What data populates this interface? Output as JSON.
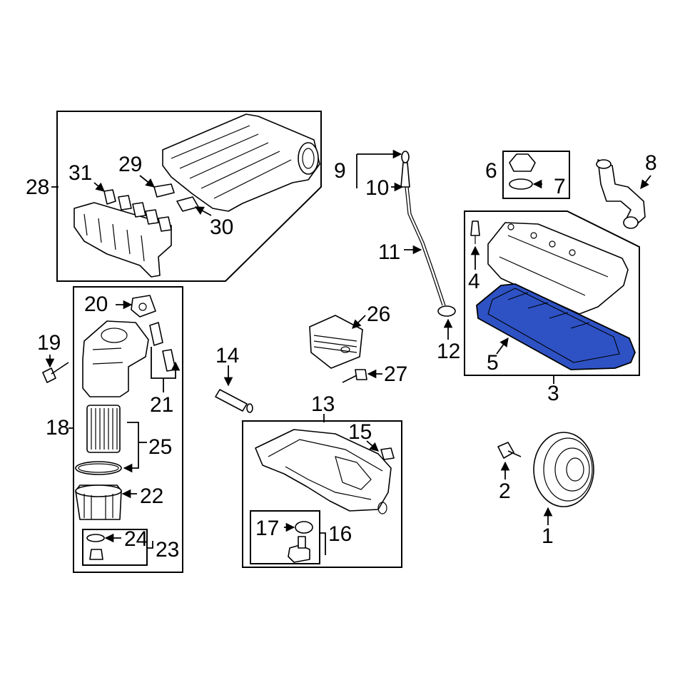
{
  "callouts": {
    "c1": "1",
    "c2": "2",
    "c3": "3",
    "c4": "4",
    "c5": "5",
    "c6": "6",
    "c7": "7",
    "c8": "8",
    "c9": "9",
    "c10": "10",
    "c11": "11",
    "c12": "12",
    "c13": "13",
    "c14": "14",
    "c15": "15",
    "c16": "16",
    "c17": "17",
    "c18": "18",
    "c19": "19",
    "c20": "20",
    "c21": "21",
    "c22": "22",
    "c23": "23",
    "c24": "24",
    "c25": "25",
    "c26": "26",
    "c27": "27",
    "c28": "28",
    "c29": "29",
    "c30": "30",
    "c31": "31"
  },
  "highlight_color": "#2e52c4",
  "highlighted_part": "5"
}
